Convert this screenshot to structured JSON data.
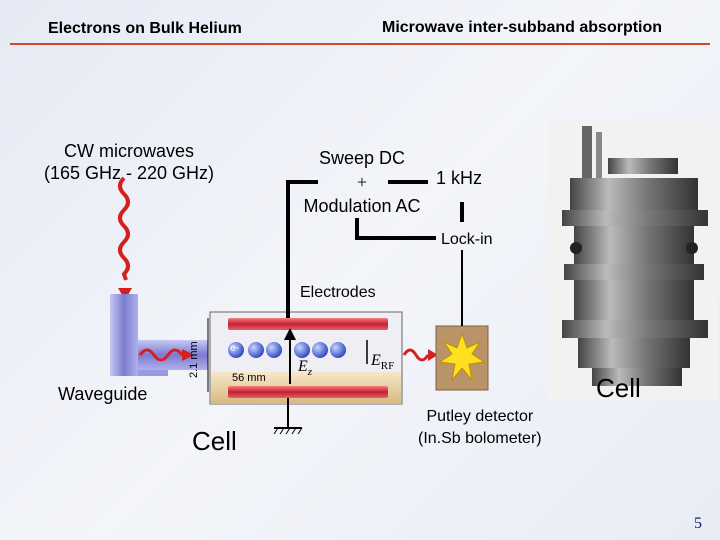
{
  "header": {
    "left_title": "Electrons on Bulk Helium",
    "right_title": "Microwave inter-subband absorption"
  },
  "labels": {
    "cw_line1": "CW microwaves",
    "cw_line2": "(165 GHz - 220 GHz)",
    "sweep_line1": "Sweep DC",
    "sweep_line2": "+",
    "sweep_line3": "Modulation AC",
    "freq": "1 kHz",
    "lockin": "Lock-in",
    "electrodes": "Electrodes",
    "waveguide": "Waveguide",
    "cell_left": "Cell",
    "cell_right": "Cell",
    "putley_line1": "Putley detector",
    "putley_line2": "(In.Sb bolometer)",
    "dim_height": "2.1 mm",
    "dim_width": "56 mm",
    "electron": "e-",
    "ez": "E",
    "ez_sub": "z",
    "erf": "E",
    "erf_sub": "RF"
  },
  "page_number": "5",
  "colors": {
    "title": "#1a1a7a",
    "rule": "#d04a2a",
    "wave": "#d42020",
    "electrode": "#d9404a",
    "waveguide": "#8a8ad8",
    "electron": "#4a62d8"
  }
}
